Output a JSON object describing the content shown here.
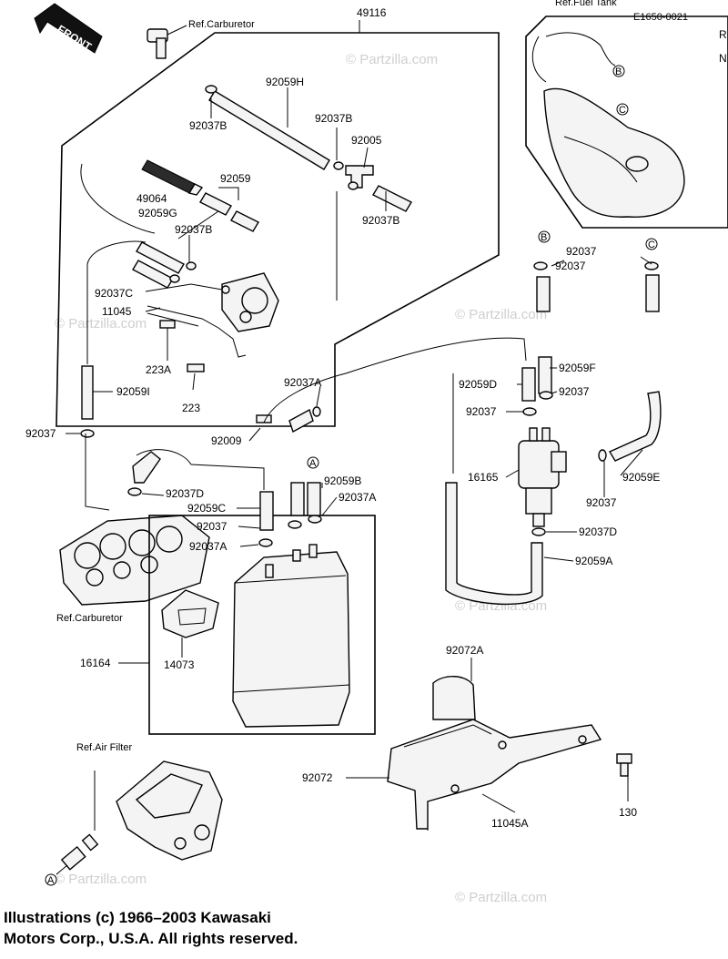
{
  "front_badge": "FRONT",
  "diagram_code": "E1650-0021",
  "edge_text": {
    "top": "R",
    "bottom": "N"
  },
  "refs": {
    "carb_top": "Ref.Carburetor",
    "fuel_tank": "Ref.Fuel Tank",
    "carb_left": "Ref.Carburetor",
    "air_filter": "Ref.Air Filter"
  },
  "markers": {
    "a": "A",
    "b": "B",
    "c": "C"
  },
  "parts": {
    "p49116": "49116",
    "p92059H": "92059H",
    "p92037B_1": "92037B",
    "p92037B_2": "92037B",
    "p92005": "92005",
    "p92037B_3": "92037B",
    "p49064": "49064",
    "p92059": "92059",
    "p92059G": "92059G",
    "p92037B_4": "92037B",
    "p92037C": "92037C",
    "p11045": "11045",
    "p223A": "223A",
    "p223": "223",
    "p92059I": "92059I",
    "p92037_left": "92037",
    "p92009": "92009",
    "p92037A_top": "92037A",
    "p92037_tr1": "92037",
    "p92037_tr2": "92037",
    "p92059F": "92059F",
    "p92059D": "92059D",
    "p92037_mid": "92037",
    "p92037_mid2": "92037",
    "p16165": "16165",
    "p92059E": "92059E",
    "p92037_r": "92037",
    "p92037D_r": "92037D",
    "p92059A": "92059A",
    "p92037D_l": "92037D",
    "p92059C": "92059C",
    "p92037_c": "92037",
    "p92037A_c": "92037A",
    "p92059B": "92059B",
    "p92037A_r": "92037A",
    "p16164": "16164",
    "p14073": "14073",
    "p92072A": "92072A",
    "p92072": "92072",
    "p130": "130",
    "p11045A": "11045A"
  },
  "watermarks": [
    "© Partzilla.com",
    "© Partzilla.com",
    "© Partzilla.com",
    "© Partzilla.com",
    "© Partzilla.com",
    "© Partzilla.com"
  ],
  "copyright": {
    "line1": "Illustrations (c) 1966–2003 Kawasaki",
    "line2": "Motors Corp., U.S.A.  All rights reserved."
  }
}
